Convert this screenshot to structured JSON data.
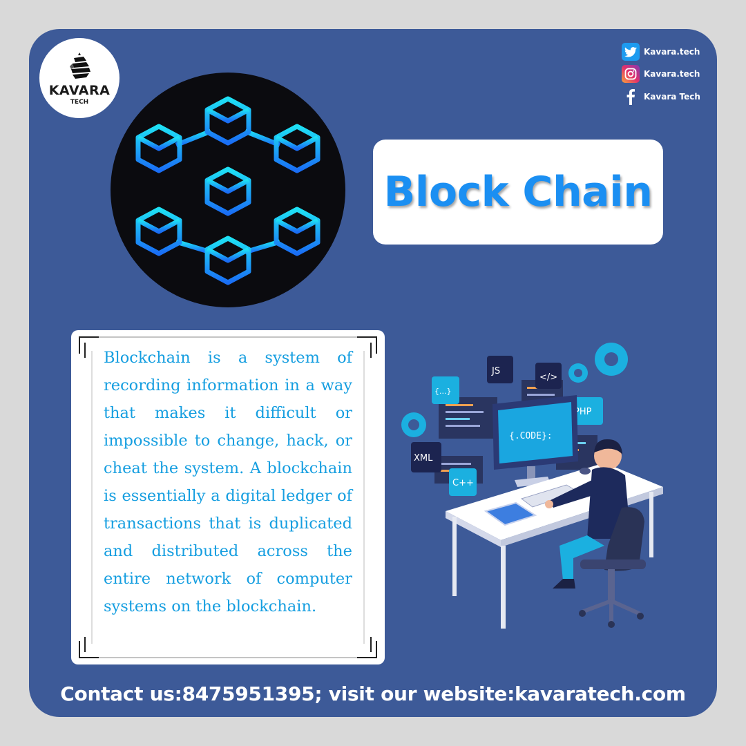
{
  "brand": {
    "name": "KAVARA",
    "sub": "TECH"
  },
  "social": [
    {
      "platform": "twitter-icon",
      "label": "Kavara.tech",
      "color": "#1d9bf0"
    },
    {
      "platform": "instagram-icon",
      "label": "Kavara.tech",
      "color": "#e1306c"
    },
    {
      "platform": "facebook-icon",
      "label": "Kavara Tech",
      "color": "#ffffff"
    }
  ],
  "title": "Block Chain",
  "description": "Blockchain is a system of recording information in a way that makes it difficult or impossible to change, hack, or cheat the system. A blockchain is essentially a digital ledger of transactions that is duplicated and distributed across the entire network of computer systems on the blockchain.",
  "illustration": {
    "screen_text": "{.CODE}:",
    "tags": [
      "JS",
      "{...}",
      "</>",
      "PHP",
      "XML",
      "C++"
    ]
  },
  "footer": "Contact us:8475951395; visit our website:kavaratech.com",
  "colors": {
    "background": "#3d5a98",
    "title": "#1b8ff2",
    "description": "#159ee0"
  }
}
